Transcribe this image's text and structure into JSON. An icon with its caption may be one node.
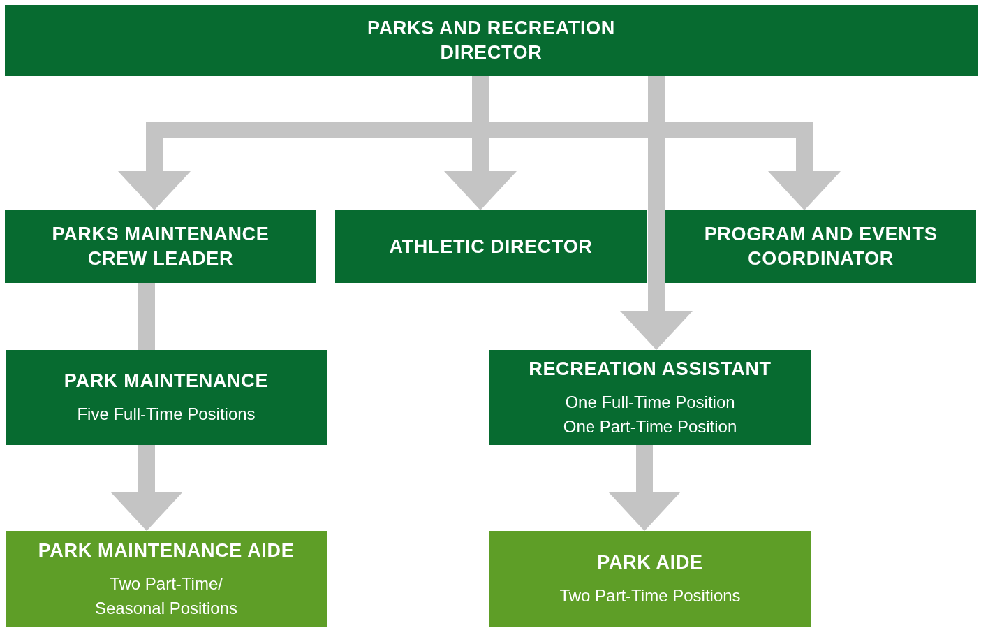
{
  "diagram": {
    "nodes": [
      {
        "text": [
          "PARKS AND RECREATION DIRECTOR"
        ]
      },
      {
        "text": [
          "PARKS MAINTENANCE CREW LEADER"
        ]
      },
      {
        "text": [
          "ATHLETIC DIRECTOR"
        ]
      },
      {
        "text": [
          "PROGRAM AND EVENTS COORDINATOR"
        ]
      },
      {
        "text": [
          "PARK MAINTENANCE",
          "Five Full-Time Positions"
        ]
      },
      {
        "text": [
          "RECREATION ASSISTANT",
          "One Full-Time Position One Part-Time Position"
        ]
      },
      {
        "text": [
          "PARK MAINTENANCE AIDE",
          "Two Part-Time/ Seasonal Positions"
        ]
      },
      {
        "text": [
          "PARK AIDE",
          "Two Part-Time Positions"
        ]
      }
    ],
    "edges": [
      {
        "from": 0,
        "to": 1,
        "arrow": "to"
      },
      {
        "from": 0,
        "to": 2,
        "arrow": "to"
      },
      {
        "from": 0,
        "to": 3,
        "arrow": "to"
      },
      {
        "from": 0,
        "to": 5,
        "arrow": "to"
      },
      {
        "from": 1,
        "to": 4,
        "arrow": "none"
      },
      {
        "from": 4,
        "to": 6,
        "arrow": "to"
      },
      {
        "from": 5,
        "to": 7,
        "arrow": "to"
      }
    ]
  }
}
